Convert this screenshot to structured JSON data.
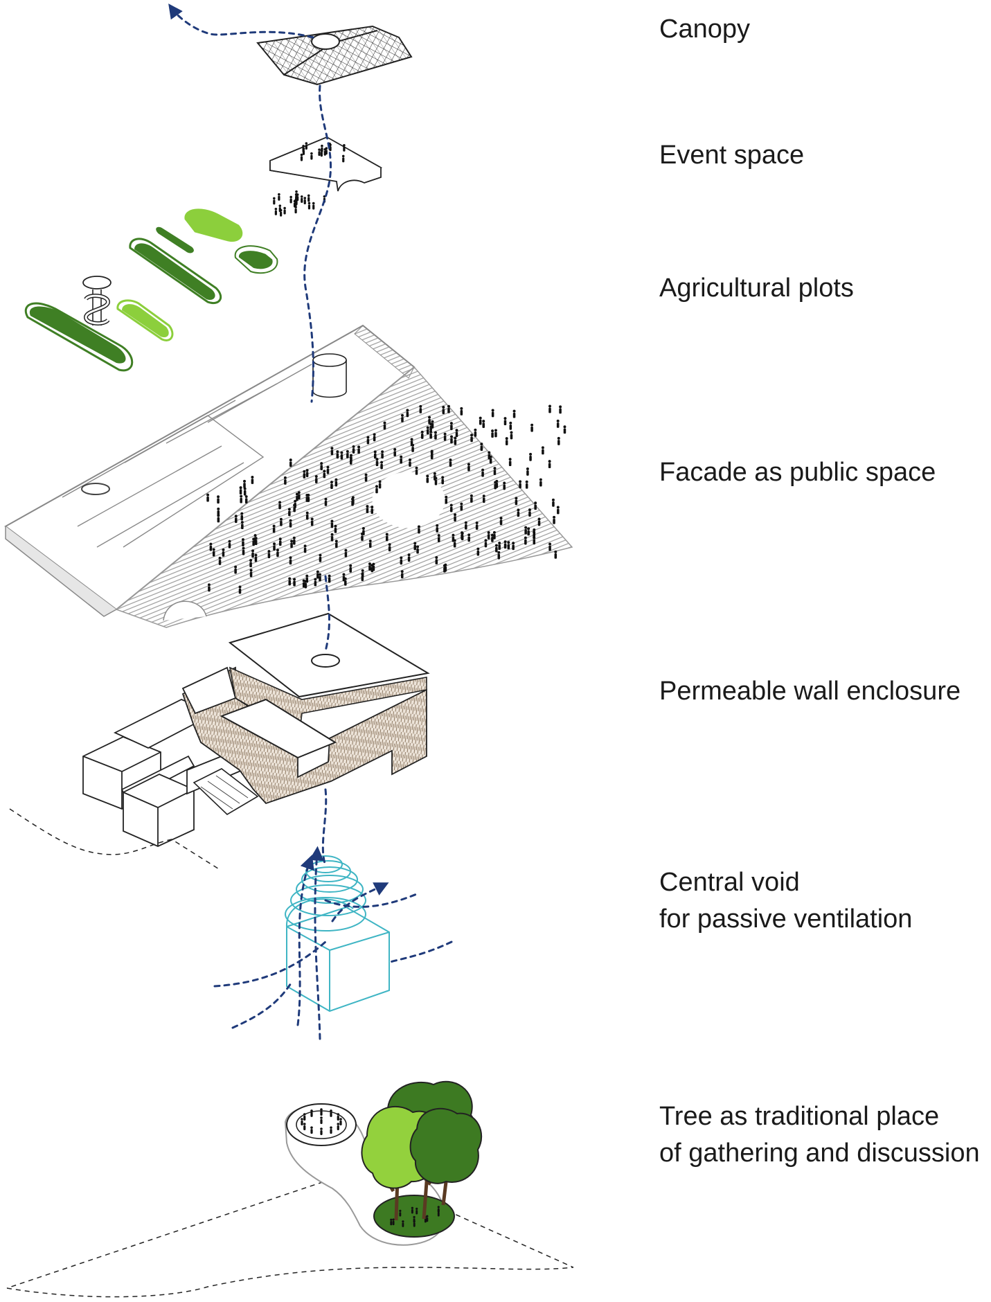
{
  "layers": [
    {
      "id": "canopy",
      "lines": [
        "Canopy"
      ]
    },
    {
      "id": "event-space",
      "lines": [
        "Event space"
      ]
    },
    {
      "id": "agricultural-plots",
      "lines": [
        "Agricultural plots"
      ]
    },
    {
      "id": "facade",
      "lines": [
        "Facade as public space"
      ]
    },
    {
      "id": "wall-enclosure",
      "lines": [
        "Permeable wall enclosure"
      ]
    },
    {
      "id": "central-void",
      "lines": [
        "Central void",
        "for passive ventilation"
      ]
    },
    {
      "id": "tree",
      "lines": [
        "Tree as traditional place",
        "of gathering and discussion"
      ]
    }
  ],
  "colors": {
    "text": "#1a1a1a",
    "airflow": "#1f3a7a",
    "plot_dark": "#3f7f24",
    "plot_light": "#8ccf3c",
    "void_line": "#3fb5c4",
    "wall_hatch": "#c8b59f",
    "tree_dark": "#3d7a22",
    "tree_light": "#93d13d"
  }
}
